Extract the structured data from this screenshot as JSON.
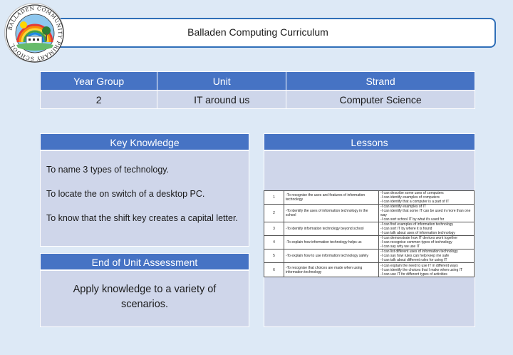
{
  "header": {
    "title": "Balladen Computing Curriculum",
    "logo_text": "BALLADEN COMMUNITY PRIMARY SCHOOL"
  },
  "info_table": {
    "headers": [
      "Year Group",
      "Unit",
      "Strand"
    ],
    "values": [
      "2",
      "IT around us",
      "Computer Science"
    ]
  },
  "key_knowledge": {
    "title": "Key Knowledge",
    "items": [
      "To name 3 types of technology.",
      "To locate the on switch of a desktop PC.",
      "To know that the shift key creates a capital letter."
    ]
  },
  "assessment": {
    "title": "End of Unit Assessment",
    "text": "Apply knowledge to a variety of scenarios."
  },
  "lessons": {
    "title": "Lessons",
    "rows": [
      {
        "num": "1",
        "objective": "-To recognise the uses and features of information technology",
        "statements": [
          "-I can describe some uses of computers",
          "-I can identify examples of computers",
          "-I can identify that a computer is a part of IT"
        ]
      },
      {
        "num": "2",
        "objective": "-To identify the uses of information technology in the school",
        "statements": [
          "-I can identify examples of IT",
          "-I can identify that some IT can be used in more than one way",
          "-I can sort school IT by what it's used for"
        ]
      },
      {
        "num": "3",
        "objective": "-To identify information technology beyond school",
        "statements": [
          "-I can find examples of information technology",
          "-I can sort IT by where it is found",
          "-I can talk about uses of information technology"
        ]
      },
      {
        "num": "4",
        "objective": "-To explain how information technology helps us",
        "statements": [
          "-I can demonstrate how IT devices work together",
          "-I can recognise common types of technology",
          "-I can say why we use IT"
        ]
      },
      {
        "num": "5",
        "objective": "-To explain how to use information technology safely",
        "statements": [
          "-I can list different uses of information technology",
          "-I can say how rules can help keep me safe",
          "-I can talk about different rules for using IT"
        ]
      },
      {
        "num": "6",
        "objective": "-To recognise that choices are made when using information technology",
        "statements": [
          "-I can explain the need to use IT in different ways",
          "-I can identify the choices that I make when using IT",
          "-I can use IT for different types of activities"
        ]
      }
    ]
  },
  "colors": {
    "header_fill": "#4673c4",
    "cell_fill": "#ced6ea",
    "page_background": "#dde9f6",
    "header_border": "#2f6fb8"
  }
}
